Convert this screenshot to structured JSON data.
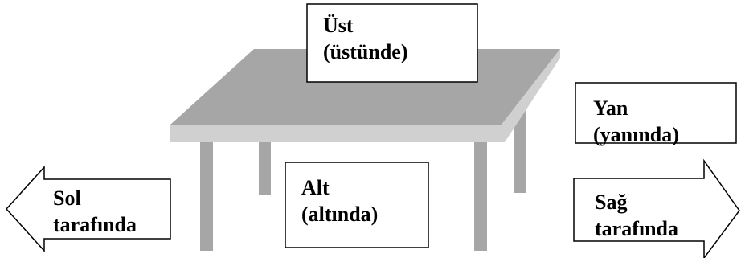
{
  "labels": {
    "top": {
      "line1": "Üst",
      "line2": "(üstünde)"
    },
    "side": {
      "line1": "Yan",
      "line2": "(yanında)"
    },
    "bottom": {
      "line1": "Alt",
      "line2": "(altında)"
    },
    "left": {
      "line1": "Sol",
      "line2": "tarafında"
    },
    "right": {
      "line1": "Sağ",
      "line2": "tarafında"
    }
  },
  "colors": {
    "table_top": "#a6a6a6",
    "table_edge": "#d0d0d0",
    "table_legs": "#a6a6a6",
    "outline": "#000000",
    "box_fill": "#ffffff"
  }
}
